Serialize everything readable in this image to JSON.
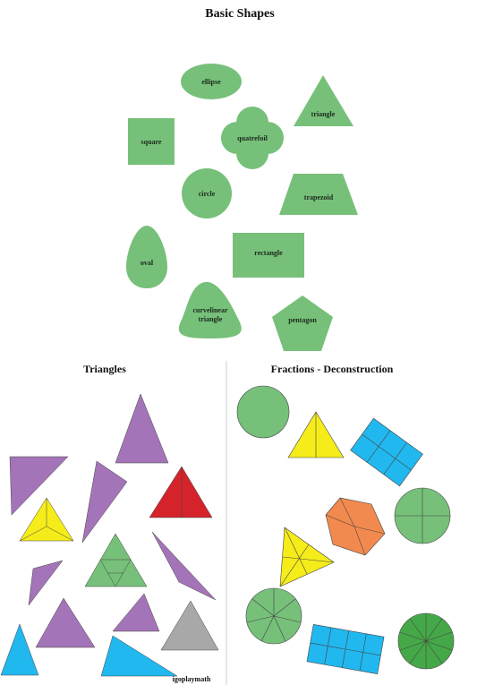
{
  "top_section": {
    "title": "Basic Shapes",
    "shapes": [
      {
        "name": "ellipse",
        "label": "ellipse"
      },
      {
        "name": "triangle",
        "label": "triangle"
      },
      {
        "name": "square",
        "label": "square"
      },
      {
        "name": "quatrefoil",
        "label": "quatrefoil"
      },
      {
        "name": "circle",
        "label": "circle"
      },
      {
        "name": "trapezoid",
        "label": "trapezoid"
      },
      {
        "name": "oval",
        "label": "oval"
      },
      {
        "name": "rectangle",
        "label": "rectangle"
      },
      {
        "name": "curvelinear-triangle",
        "label_line1": "curvelinear",
        "label_line2": "triangle"
      },
      {
        "name": "pentagon",
        "label": "pentagon"
      }
    ]
  },
  "triangles_section": {
    "title": "Triangles",
    "brand": "igoplaymath"
  },
  "fractions_section": {
    "title": "Fractions - Deconstruction"
  },
  "colors": {
    "green": "#76c07a",
    "green_dark": "#45a848",
    "purple": "#a474b8",
    "red": "#d4232b",
    "yellow": "#f5ec1a",
    "gray": "#a8a8a8",
    "blue": "#21b8ef",
    "orange": "#f28a4f",
    "divider": "#cccccc"
  }
}
